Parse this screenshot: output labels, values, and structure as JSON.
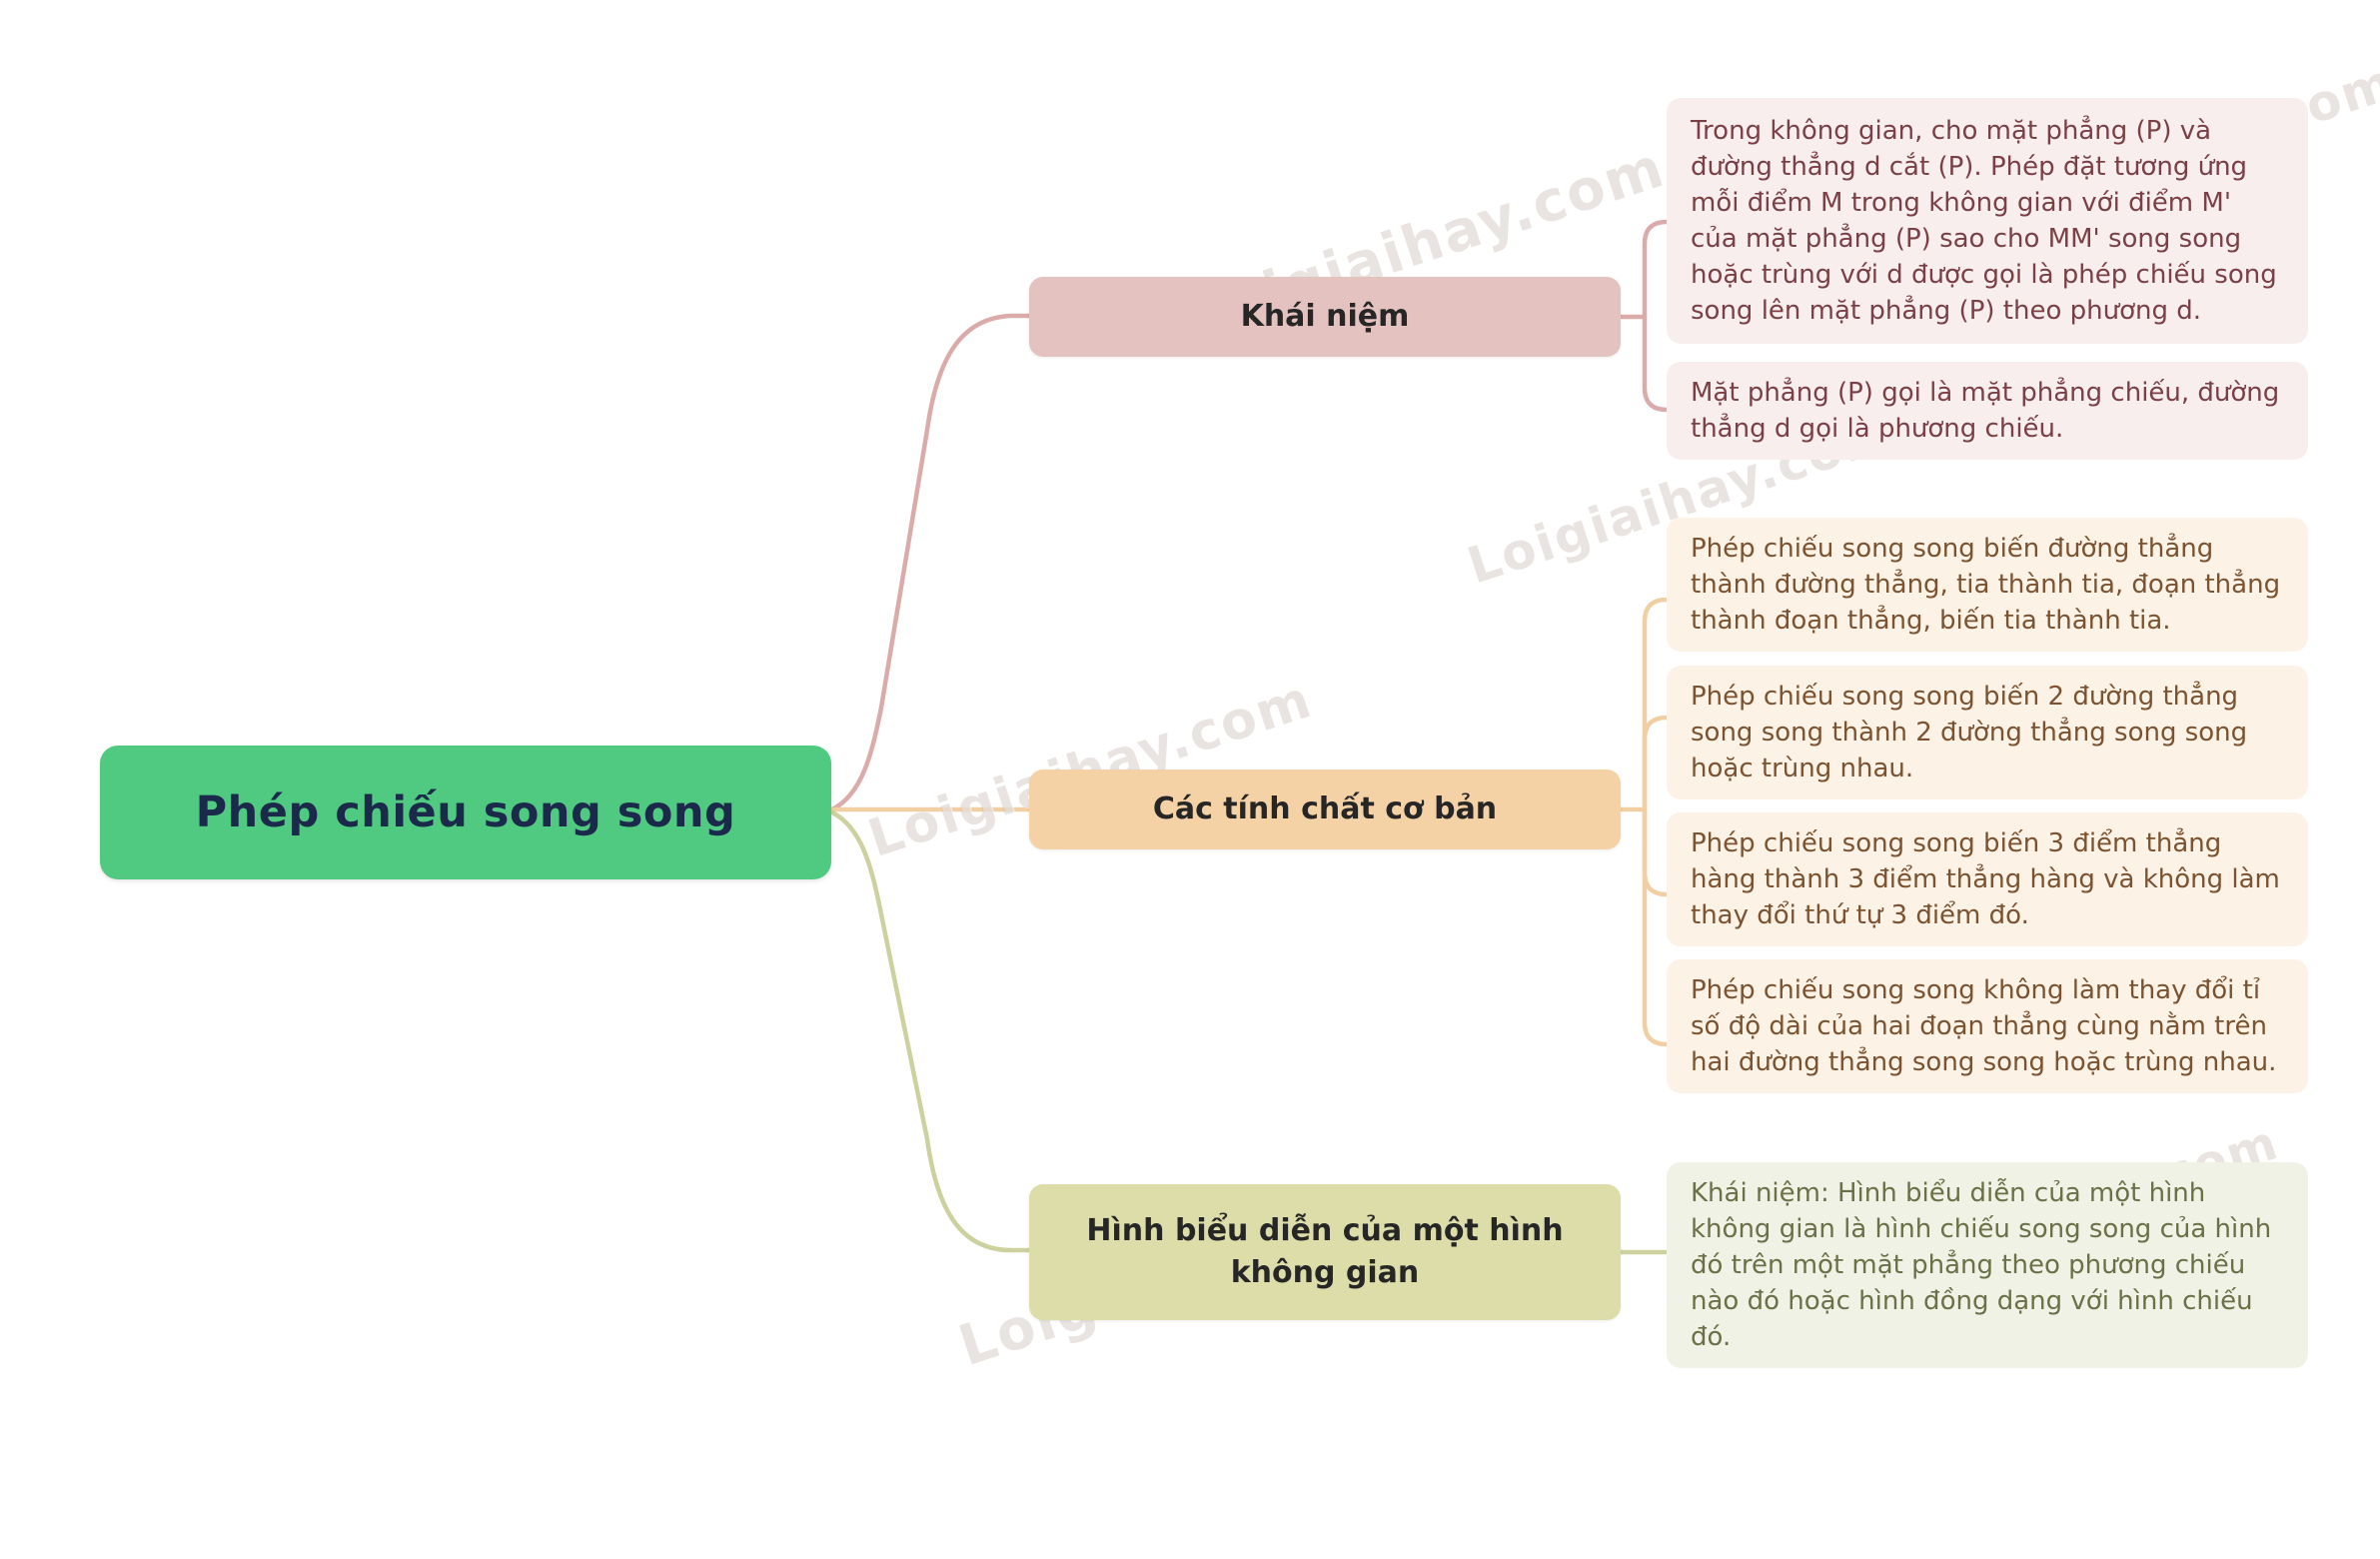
{
  "title": "Phép chiếu song song",
  "watermark": {
    "text": "Loigiaihay.com"
  },
  "palette": {
    "root_bg": "#4fca80",
    "root_text": "#1b2a4a",
    "branch_khai_niem_bg": "#e4c2bf",
    "branch_tinh_chat_bg": "#f4d2a5",
    "branch_hinh_bieu_dien_bg": "#dcdda9",
    "branch_text": "#262626",
    "leaf_pink_bg": "#f8eeee",
    "leaf_pink_text": "#7b4045",
    "leaf_cream_bg": "#fdf2e6",
    "leaf_cream_text": "#7b5330",
    "leaf_olive_bg": "#f1f2e6",
    "leaf_olive_text": "#6b7047",
    "line_pink": "#dbaba9",
    "line_orange": "#f1cfa3",
    "line_olive": "#ccd19e"
  },
  "root": {
    "label": "Phép chiếu song song"
  },
  "branches": [
    {
      "label": "Khái niệm",
      "children": [
        "Trong không gian, cho mặt phẳng (P) và đường thẳng d cắt (P). Phép đặt tương ứng mỗi điểm M trong không gian với điểm M' của mặt phẳng (P) sao cho MM' song song hoặc trùng với d được gọi là phép chiếu song song lên mặt phẳng (P) theo phương d.",
        "Mặt phẳng (P) gọi là mặt phẳng chiếu, đường thẳng d gọi là phương chiếu."
      ]
    },
    {
      "label": "Các tính chất cơ bản",
      "children": [
        "Phép chiếu song song biến đường thẳng thành đường thẳng, tia thành tia, đoạn thẳng thành đoạn thẳng, biến tia thành tia.",
        "Phép chiếu song song biến 2 đường thẳng song song thành 2 đường thẳng song song hoặc trùng nhau.",
        "Phép chiếu song song biến 3 điểm thẳng hàng thành 3 điểm thẳng hàng và không làm thay đổi thứ tự 3 điểm đó.",
        "Phép chiếu song song không làm thay đổi tỉ số độ dài của hai đoạn thẳng cùng nằm trên hai đường thẳng song song hoặc trùng nhau."
      ]
    },
    {
      "label": "Hình biểu diễn của một hình không gian",
      "children": [
        "Khái niệm: Hình biểu diễn của một hình không gian là hình chiếu song song của hình đó trên một mặt phẳng theo phương chiếu nào đó hoặc hình đồng dạng với hình chiếu đó."
      ]
    }
  ]
}
